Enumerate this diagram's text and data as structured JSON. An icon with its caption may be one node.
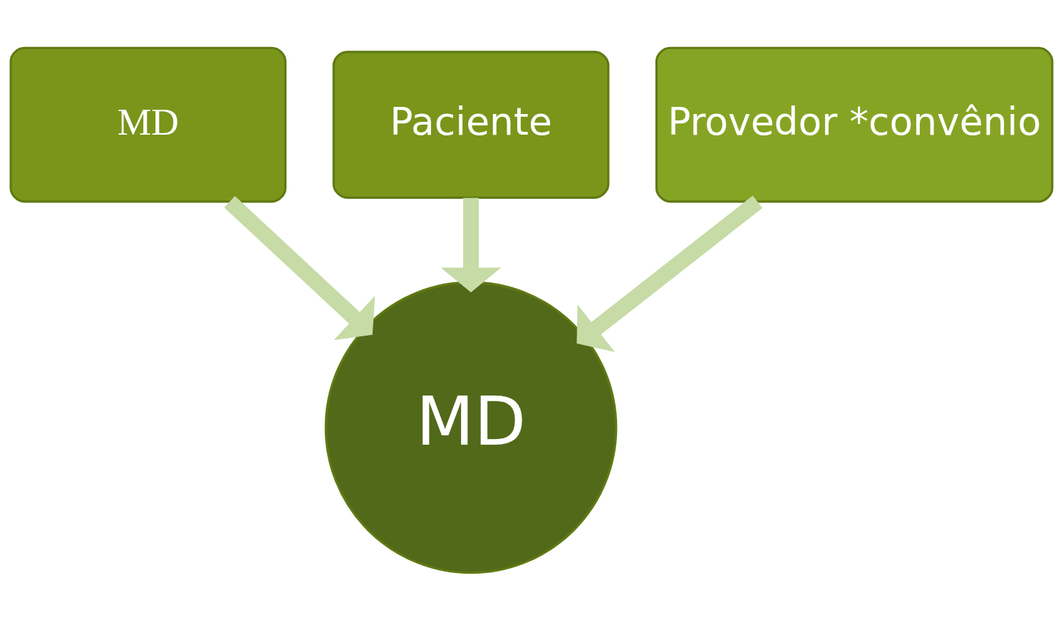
{
  "diagram": {
    "nodes": [
      {
        "text": [
          "MD"
        ]
      },
      {
        "text": [
          "Paciente"
        ]
      },
      {
        "text": [
          "Provedor *convênio"
        ]
      },
      {
        "text": [
          "MD"
        ]
      }
    ],
    "edges": [
      {
        "from": 0,
        "to": 3,
        "arrow": "to"
      },
      {
        "from": 1,
        "to": 3,
        "arrow": "to"
      },
      {
        "from": 2,
        "to": 3,
        "arrow": "to"
      }
    ]
  }
}
